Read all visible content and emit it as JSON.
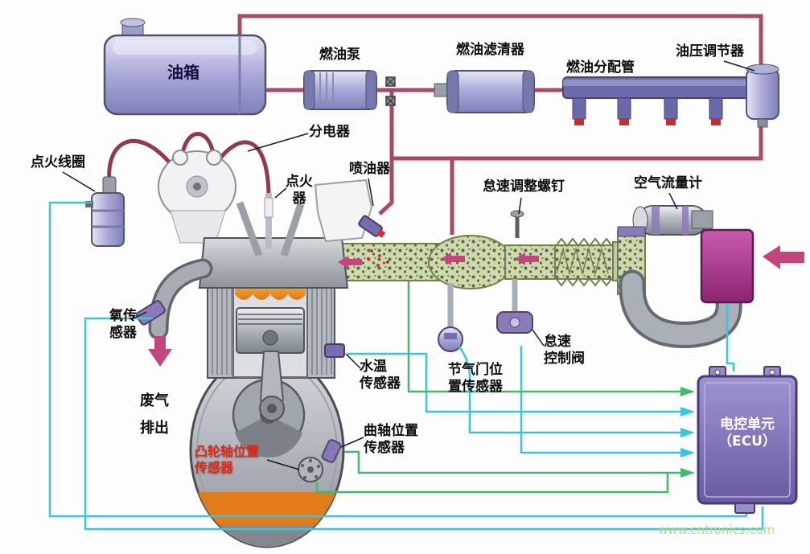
{
  "watermark": "www.cntronics.com",
  "colors": {
    "fuel_line": "#a84a66",
    "ignition_wire": "#8f3a50",
    "signal_cyan": "#3cc4de",
    "signal_green": "#44b86c",
    "flow_pink": "#c4457c",
    "cam_label_red": "#e02818",
    "ecu_fill": "#8a7cc0",
    "watermark_green": "#b5d88b"
  },
  "labels": {
    "fuel_tank": "油箱",
    "fuel_pump": "燃油泵",
    "fuel_filter": "燃油滤清器",
    "fuel_rail": "燃油分配管",
    "pressure_regulator": "油压调节器",
    "distributor": "分电器",
    "ignition_coil": "点火线圈",
    "igniter": "点火\n器",
    "injector": "喷油器",
    "idle_screw": "怠速调整螺钉",
    "air_flow_meter": "空气流量计",
    "oxygen_sensor": "氧传\n感器",
    "exhaust_out": "废气\n排出",
    "water_temp_sensor": "水温\n传感器",
    "throttle_position_sensor": "节气门位\n置传感器",
    "idle_control_valve": "怠速\n控制阀",
    "crank_position_sensor": "曲轴位置\n传感器",
    "cam_position_sensor": "凸轮轴位置\n传感器",
    "ecu": "电控单元\n（ECU）"
  }
}
